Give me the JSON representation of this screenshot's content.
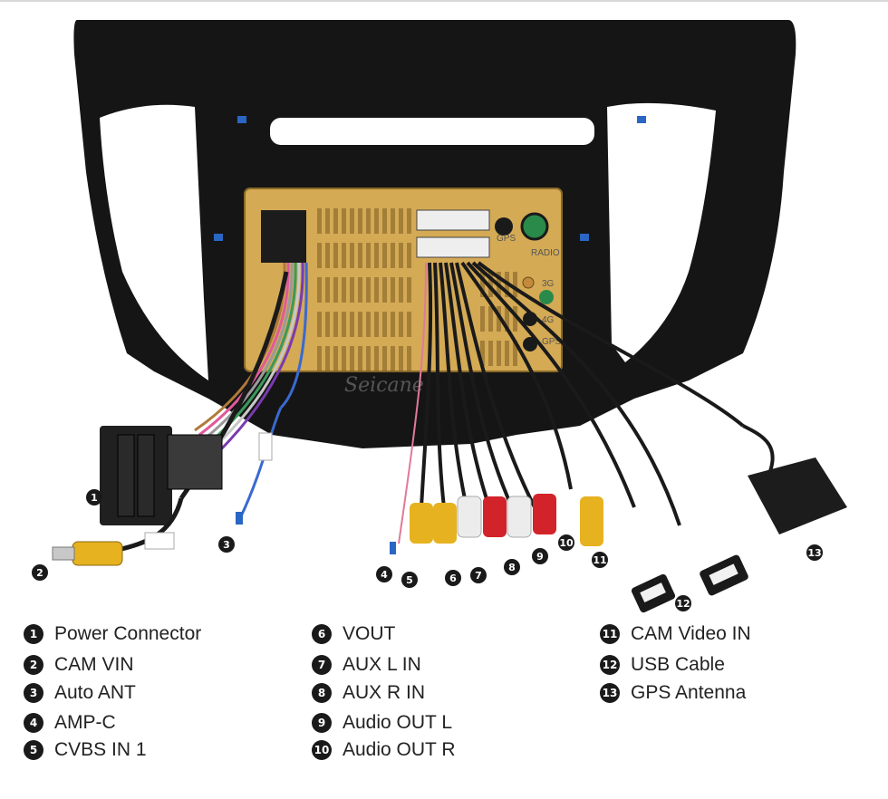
{
  "watermark": "Seicane",
  "labels": [
    {
      "n": "1",
      "text": "Power Connector"
    },
    {
      "n": "2",
      "text": "CAM VIN"
    },
    {
      "n": "3",
      "text": "Auto ANT"
    },
    {
      "n": "4",
      "text": "AMP-C"
    },
    {
      "n": "5",
      "text": "CVBS IN 1"
    },
    {
      "n": "6",
      "text": "VOUT"
    },
    {
      "n": "7",
      "text": "AUX L IN"
    },
    {
      "n": "8",
      "text": "AUX R IN"
    },
    {
      "n": "9",
      "text": "Audio OUT L"
    },
    {
      "n": "10",
      "text": "Audio OUT R"
    },
    {
      "n": "11",
      "text": "CAM Video IN"
    },
    {
      "n": "12",
      "text": "USB Cable"
    },
    {
      "n": "13",
      "text": "GPS Antenna"
    }
  ],
  "unit_ports": {
    "gps_top": "GPS",
    "radio": "RADIO",
    "port_3g": "3G",
    "port_4g": "4G",
    "gps_bottom": "GPS"
  },
  "colors": {
    "frame": "#151515",
    "chassis": "#d4aa55",
    "rca_yellow": "#e6b21f",
    "rca_red": "#d2232a",
    "rca_white": "#ececec"
  }
}
